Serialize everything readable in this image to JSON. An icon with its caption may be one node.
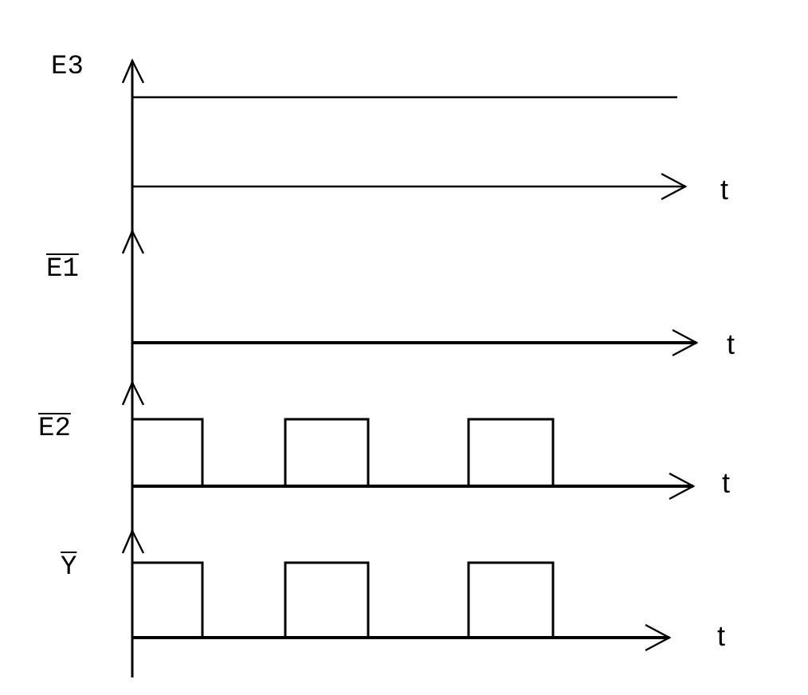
{
  "diagram": {
    "labels": [
      "E3",
      "t",
      "E1",
      "t",
      "E2",
      "t",
      "Y",
      "t"
    ]
  }
}
